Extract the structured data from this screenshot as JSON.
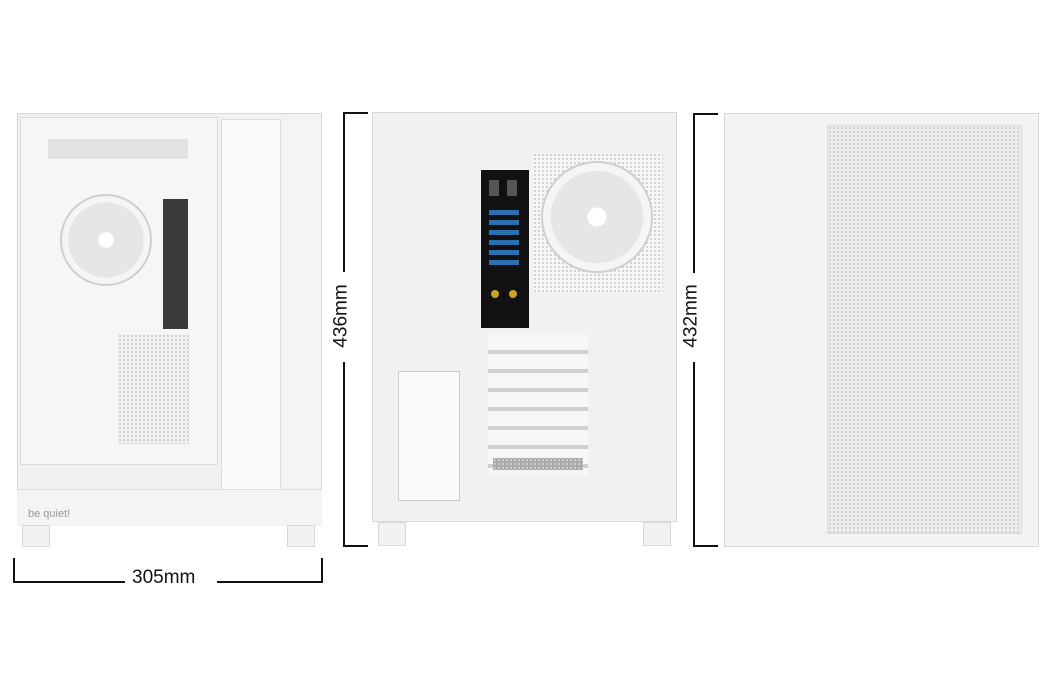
{
  "views": {
    "front": {
      "logo": "be quiet!"
    },
    "back": {},
    "side": {}
  },
  "dimensions": {
    "width": "305mm",
    "height_back": "436mm",
    "height_side": "432mm"
  },
  "colors": {
    "case": "#f1f1f1",
    "dimension_line": "#111111",
    "io_panel": "#111111"
  }
}
